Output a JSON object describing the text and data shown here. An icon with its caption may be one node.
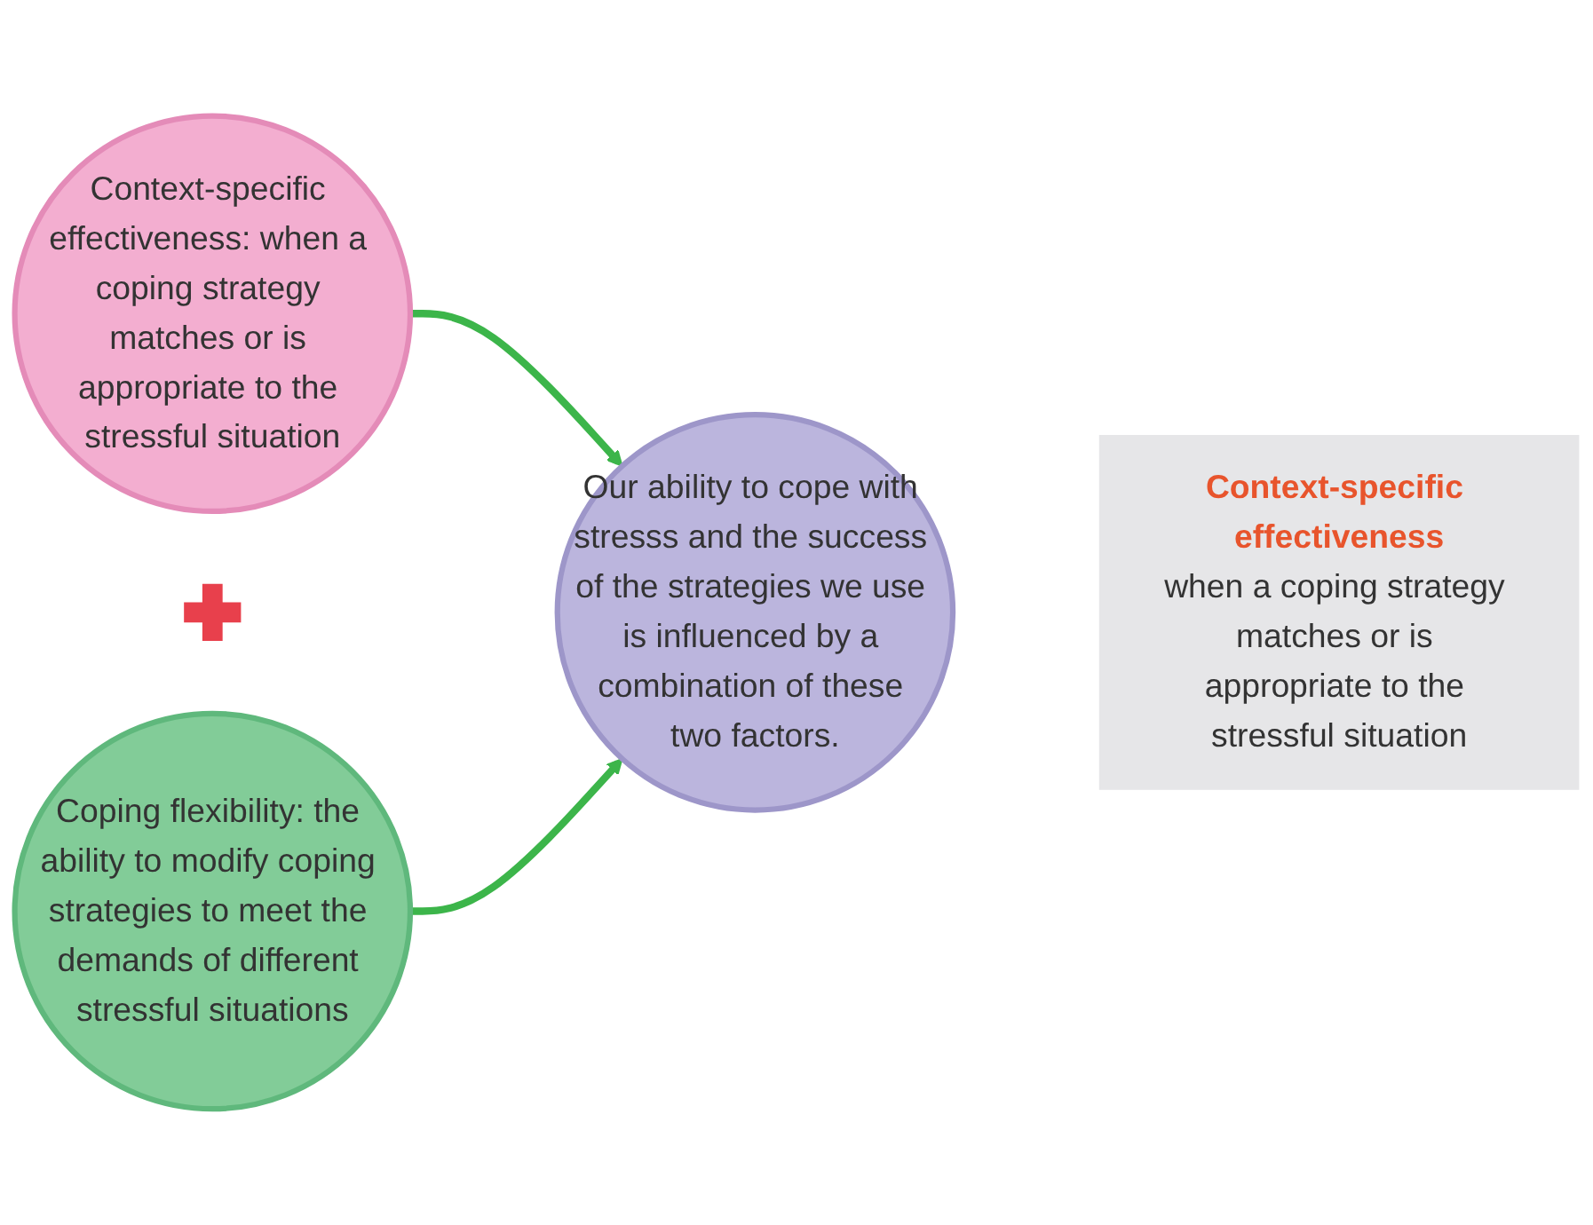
{
  "diagram": {
    "nodes": [
      {
        "text": [
          "Context-specific effectiveness: when a coping strategy matches or is appropriate to the stressful situation"
        ]
      },
      {
        "text": [],
        "shape": "cross"
      },
      {
        "text": [
          "Coping flexibility: the ability to modify coping strategies to meet the demands of different stressful situations"
        ]
      },
      {
        "text": [
          "Our ability to cope with stresss and the success of the strategies we use is influenced by a combination of these two factors."
        ]
      },
      {
        "text": [
          "Context-specific effectiveness",
          "when a coping strategy matches or is appropriate to the stressful situation"
        ]
      }
    ],
    "edges": [
      {
        "from": 0,
        "to": 3,
        "arrow": "to"
      },
      {
        "from": 2,
        "to": 3,
        "arrow": "to"
      }
    ]
  }
}
